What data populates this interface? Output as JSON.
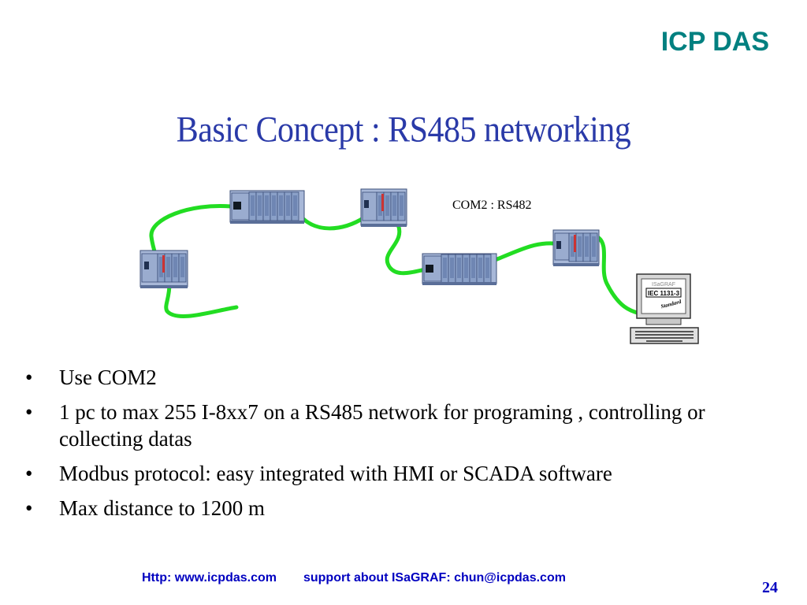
{
  "brand": "ICP DAS",
  "title": "Basic Concept : RS485 networking",
  "diagram": {
    "com_label": "COM2 : RS482",
    "screen_line1": "ISaGRAF",
    "screen_line2": "IEC 1131-3",
    "screen_line3": "Standard",
    "colors": {
      "cable": "#22dd22",
      "module": "#7a8fb5",
      "title": "#2a3aa8",
      "brand": "#008080"
    }
  },
  "bullets": [
    {
      "marker": "•",
      "text": "Use COM2"
    },
    {
      "marker": "•",
      "text": "1 pc to max 255 I-8xx7 on a RS485 network for programing , controlling or collecting datas"
    },
    {
      "marker": "•",
      "text": "Modbus protocol: easy integrated with HMI or SCADA software"
    },
    {
      "marker": "•",
      "text": "Max distance to 1200 m"
    }
  ],
  "footer": {
    "website": "Http: www.icpdas.com",
    "support": "support about ISaGRAF:  chun@icpdas.com"
  },
  "page_number": "24"
}
